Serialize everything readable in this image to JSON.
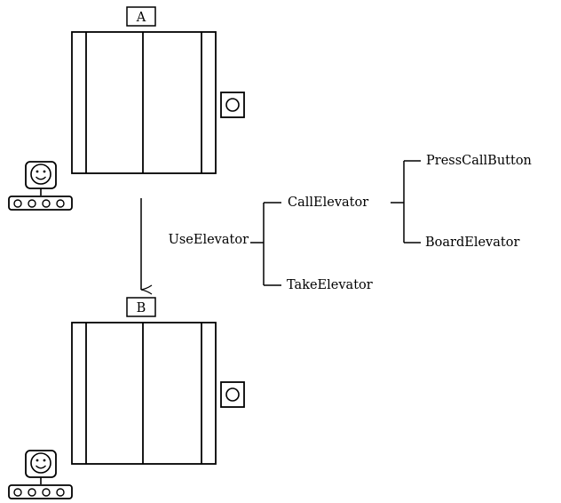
{
  "floors": [
    {
      "label": "A"
    },
    {
      "label": "B"
    }
  ],
  "tree": {
    "root": "UseElevator",
    "children": [
      {
        "label": "CallElevator",
        "children": [
          {
            "label": "PressCallButton"
          },
          {
            "label": "BoardElevator"
          }
        ]
      },
      {
        "label": "TakeElevator"
      }
    ]
  },
  "icons": [
    "elevator-door-icon",
    "call-button-icon",
    "robot-icon",
    "down-arrow-icon"
  ]
}
